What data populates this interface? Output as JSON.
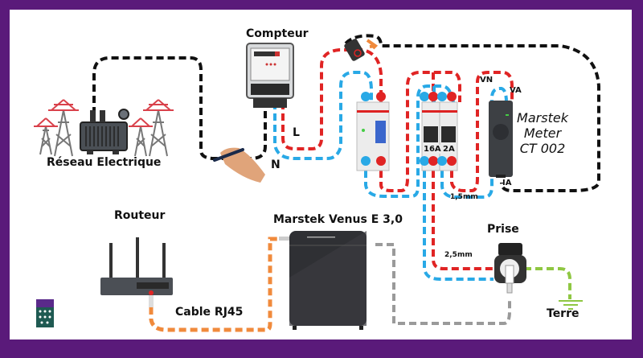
{
  "frame": {
    "border_color": "#5a1a7a",
    "background": "#ffffff"
  },
  "labels": {
    "grid": "Réseau Electrique",
    "meter": "Compteur",
    "live": "L",
    "neutral": "N",
    "ct_meter_line1": "Marstek",
    "ct_meter_line2": "Meter",
    "ct_meter_line3": "CT 002",
    "vn": "VN",
    "va": "VA",
    "ia": "IA",
    "breaker_16": "16A",
    "breaker_2": "2A",
    "wire_1_5": "1,5mm",
    "wire_2_5": "2,5mm",
    "router": "Routeur",
    "battery": "Marstek Venus E 3,0",
    "rj45": "Cable RJ45",
    "outlet": "Prise",
    "earth": "Terre"
  },
  "wire_colors": {
    "live": "#e02424",
    "neutral": "#29a9e6",
    "ct_signal": "#111111",
    "ethernet": "#f08a3c",
    "battery_ac": "#9a9a9a",
    "earth": "#8fc742",
    "pylon": "#d9414b"
  },
  "icons": [
    "power-pylon-icon",
    "transformer-icon",
    "electric-meter-icon",
    "hand-pen-icon",
    "rcd-breaker-icon",
    "circuit-breaker-icon",
    "ct-clamp-icon",
    "ct-meter-device-icon",
    "router-icon",
    "battery-icon",
    "outlet-icon",
    "earth-ground-icon",
    "remote-icon"
  ]
}
